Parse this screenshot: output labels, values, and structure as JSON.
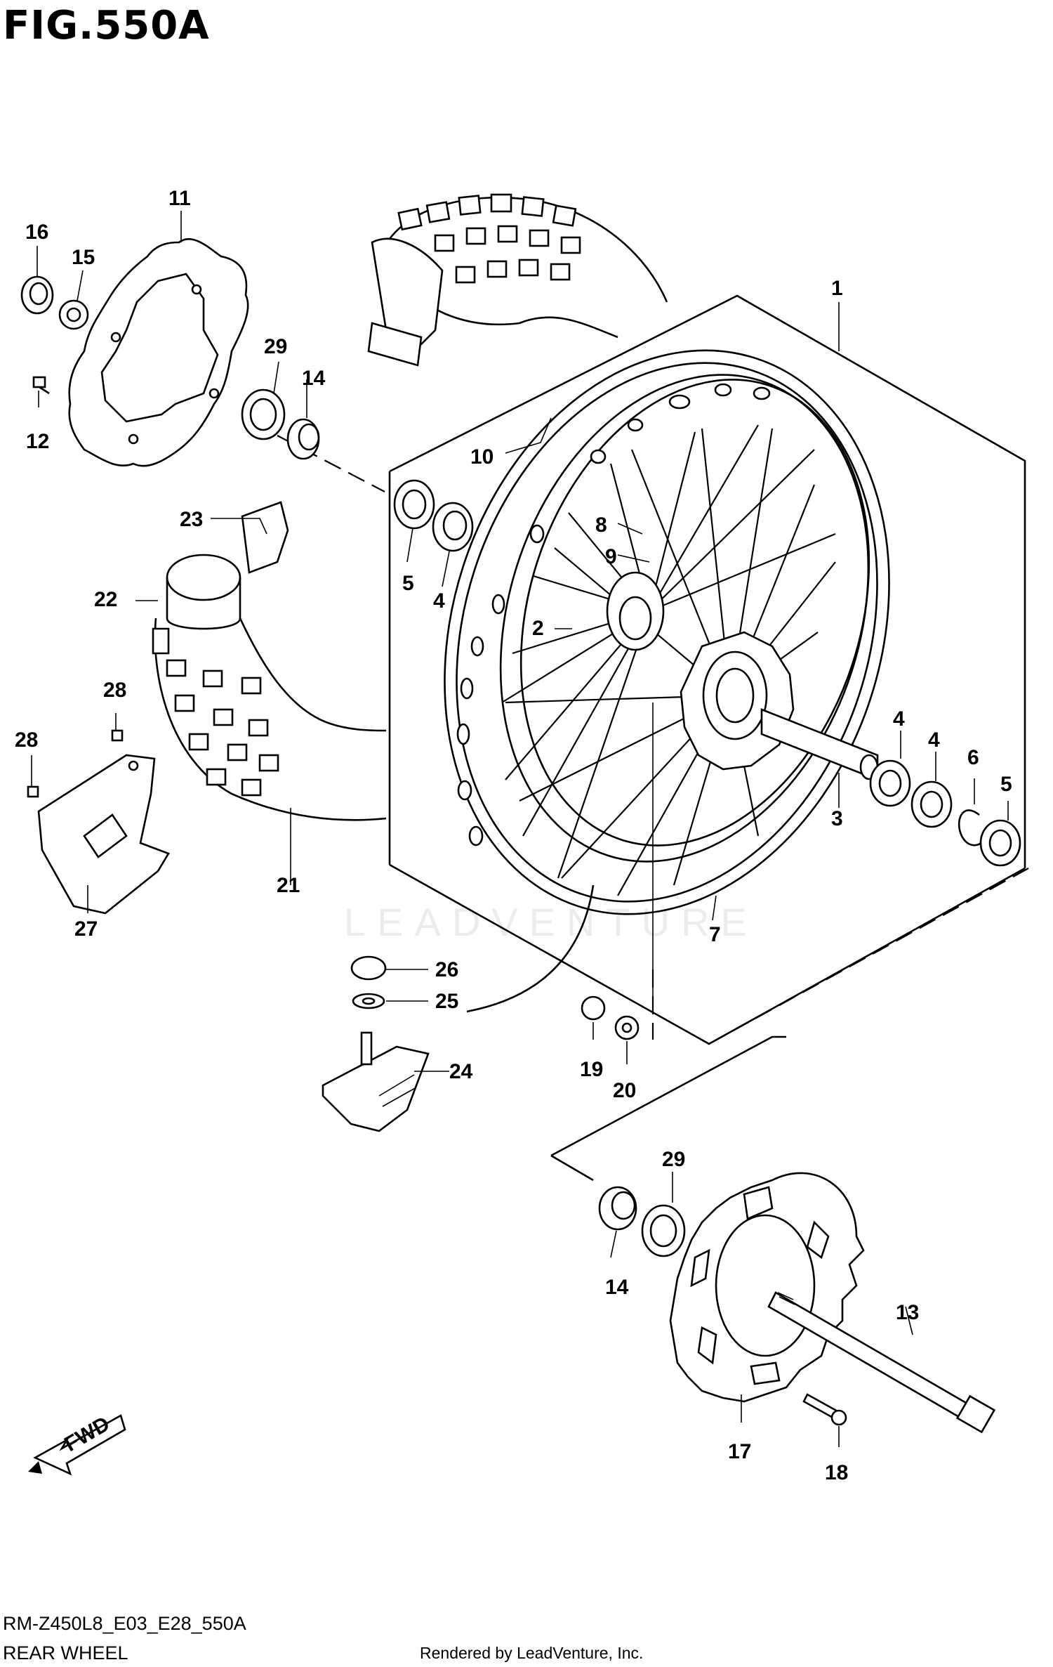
{
  "figure": {
    "title": "FIG.550A",
    "model_code": "RM-Z450L8_E03_E28_550A",
    "caption": "REAR WHEEL",
    "credit": "Rendered by LeadVenture, Inc.",
    "watermark": "LEADVENTURE",
    "direction_label": "FWD"
  },
  "callouts": [
    "1",
    "2",
    "3",
    "4",
    "4",
    "4",
    "5",
    "5",
    "6",
    "7",
    "8",
    "9",
    "10",
    "11",
    "12",
    "13",
    "14",
    "14",
    "15",
    "16",
    "17",
    "18",
    "19",
    "20",
    "21",
    "22",
    "23",
    "24",
    "25",
    "26",
    "27",
    "28",
    "28",
    "29",
    "29"
  ],
  "parts": [
    {
      "ref": "1",
      "part": "wheel assembly"
    },
    {
      "ref": "2",
      "part": "hub"
    },
    {
      "ref": "3",
      "part": "spacer"
    },
    {
      "ref": "4",
      "part": "bearing"
    },
    {
      "ref": "5",
      "part": "oil seal"
    },
    {
      "ref": "6",
      "part": "circlip"
    },
    {
      "ref": "7",
      "part": "rim"
    },
    {
      "ref": "8",
      "part": "spoke set"
    },
    {
      "ref": "9",
      "part": "spoke set"
    },
    {
      "ref": "10",
      "part": "spoke nipple"
    },
    {
      "ref": "11",
      "part": "brake disc"
    },
    {
      "ref": "12",
      "part": "disc bolt"
    },
    {
      "ref": "13",
      "part": "axle"
    },
    {
      "ref": "14",
      "part": "collar"
    },
    {
      "ref": "15",
      "part": "washer"
    },
    {
      "ref": "16",
      "part": "nut"
    },
    {
      "ref": "17",
      "part": "sprocket"
    },
    {
      "ref": "18",
      "part": "sprocket bolt"
    },
    {
      "ref": "19",
      "part": "nut"
    },
    {
      "ref": "20",
      "part": "washer"
    },
    {
      "ref": "21",
      "part": "tire"
    },
    {
      "ref": "22",
      "part": "tube"
    },
    {
      "ref": "23",
      "part": "rim band"
    },
    {
      "ref": "24",
      "part": "rim lock"
    },
    {
      "ref": "25",
      "part": "washer"
    },
    {
      "ref": "26",
      "part": "nut"
    },
    {
      "ref": "27",
      "part": "disc cover"
    },
    {
      "ref": "28",
      "part": "bolt"
    },
    {
      "ref": "29",
      "part": "dust seal"
    }
  ],
  "icons": {
    "fwd_arrow": "fwd-arrow-icon"
  },
  "colors": {
    "ink": "#000000",
    "paper": "#ffffff"
  }
}
